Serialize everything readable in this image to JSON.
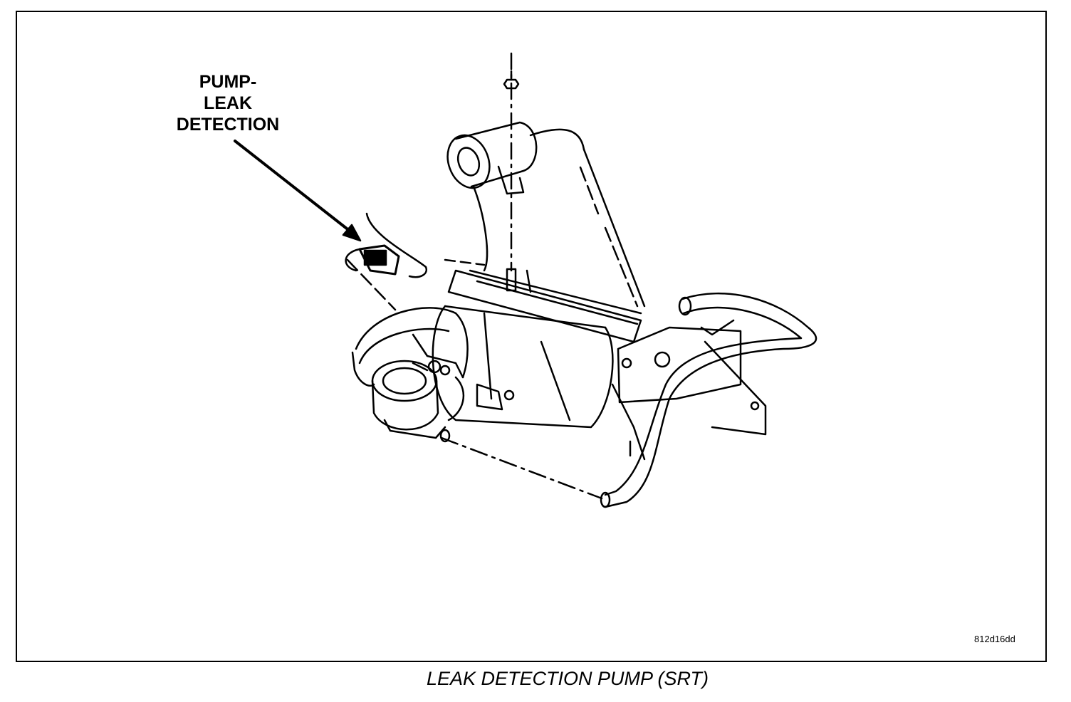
{
  "callout": {
    "lines": [
      "PUMP-",
      "LEAK",
      "DETECTION"
    ]
  },
  "figure_id": "812d16dd",
  "caption": "LEAK DETECTION PUMP (SRT)"
}
